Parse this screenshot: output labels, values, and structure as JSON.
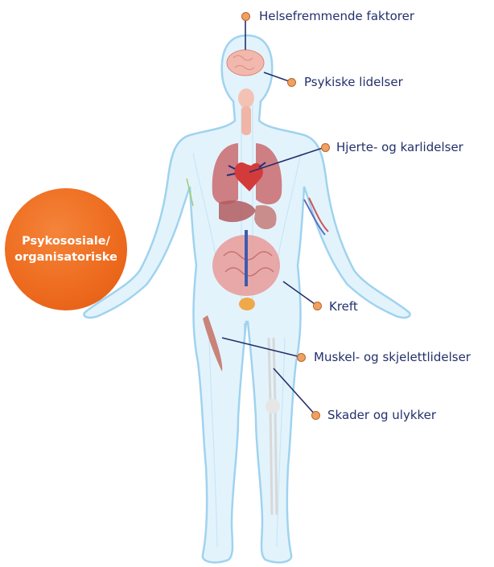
{
  "badge": {
    "line1": "Psykososiale/",
    "line2": "organisatoriske",
    "color": "#ee6c1f"
  },
  "labels": [
    {
      "id": "health",
      "text": "Helsefremmende faktorer"
    },
    {
      "id": "psych",
      "text": "Psykiske lidelser"
    },
    {
      "id": "heart",
      "text": "Hjerte- og karlidelser"
    },
    {
      "id": "cancer",
      "text": "Kreft"
    },
    {
      "id": "musc",
      "text": "Muskel- og skjelettlidelser"
    },
    {
      "id": "injury",
      "text": "Skader og ulykker"
    }
  ],
  "colors": {
    "label_text": "#24306b",
    "leader_line": "#24306b",
    "dot_fill": "#f0a060",
    "body_outline": "#9fd3ef",
    "body_fill": "#e3f3fc"
  }
}
